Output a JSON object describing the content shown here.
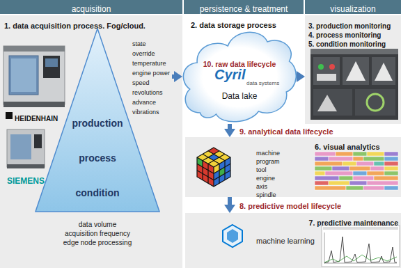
{
  "diagram": {
    "nodes": [
      {
        "text": [
          "acquisition"
        ]
      },
      {
        "text": [
          "persistence & treatment"
        ]
      },
      {
        "text": [
          "visualization"
        ]
      },
      {
        "text": [
          "1. data acquisition process. Fog/cloud.",
          "data volume",
          "acquisition frequency",
          "edge node processing"
        ]
      },
      {
        "text": [
          "production",
          "process",
          "condition"
        ],
        "in": 3
      },
      {
        "text": [
          "state",
          "override",
          "temperature",
          "engine power",
          "speed",
          "revolutions",
          "advance",
          "vibrations"
        ],
        "in": 3
      },
      {
        "text": [
          "2. data storage process",
          "10. raw data lifecycle",
          "Cyril",
          "data systems",
          "Data lake"
        ]
      },
      {
        "text": [
          "3. production monitoring",
          "4. process monitoring",
          "5. condition monitoring"
        ]
      },
      {
        "text": [
          "6. visual analytics",
          "machine",
          "program",
          "tool",
          "engine",
          "axis",
          "spindle"
        ]
      },
      {
        "text": [
          "7. predictive maintenance",
          "machine learning"
        ]
      }
    ],
    "edges": [
      {
        "from": 5,
        "to": 6,
        "arrow": "to"
      },
      {
        "from": 6,
        "to": 7,
        "arrow": "to"
      },
      {
        "from": 6,
        "to": 8,
        "label": "9. analytical data lifecycle",
        "arrow": "to"
      },
      {
        "from": 8,
        "to": 9,
        "label": "8. predictive model lifecycle",
        "arrow": "to"
      }
    ],
    "labels": [
      "HEIDENHAIN",
      "SIEMENS"
    ]
  }
}
